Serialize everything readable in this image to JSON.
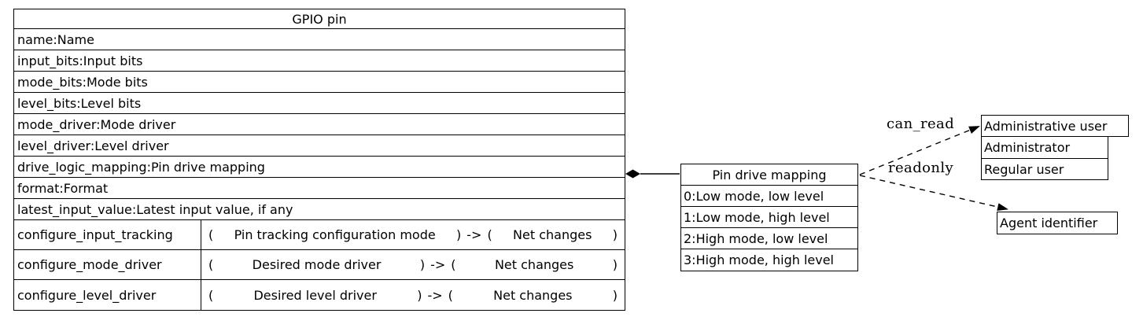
{
  "colors": {
    "line": "#000000",
    "background": "#ffffff",
    "text": "#000000"
  },
  "gpio_pin": {
    "title": "GPIO pin",
    "attributes": [
      "name:Name",
      "input_bits:Input bits",
      "mode_bits:Mode bits",
      "level_bits:Level bits",
      "mode_driver:Mode driver",
      "level_driver:Level driver",
      "drive_logic_mapping:Pin drive mapping",
      "format:Format",
      "latest_input_value:Latest input value, if any"
    ],
    "methods": [
      {
        "name": "configure_input_tracking",
        "param": "Pin tracking configuration mode",
        "result": "Net changes"
      },
      {
        "name": "configure_mode_driver",
        "param": "Desired mode driver",
        "result": "Net changes"
      },
      {
        "name": "configure_level_driver",
        "param": "Desired level driver",
        "result": "Net changes"
      }
    ],
    "syntax": {
      "open": "(",
      "close": ")",
      "arrow": "->"
    }
  },
  "pin_drive_mapping": {
    "title": "Pin drive mapping",
    "values": [
      "0:Low mode, low level",
      "1:Low mode, high level",
      "2:High mode, low level",
      "3:High mode, high level"
    ]
  },
  "users": {
    "header": "Administrative user",
    "rows": [
      "Administrator",
      "Regular user"
    ]
  },
  "agent": {
    "label": "Agent identifier"
  },
  "edges": {
    "can_read": {
      "label": "can_read",
      "style": "dashed-arrow"
    },
    "readonly": {
      "label": "readonly",
      "style": "dashed-arrow"
    },
    "composition": {
      "label": "",
      "style": "solid-diamond"
    }
  }
}
